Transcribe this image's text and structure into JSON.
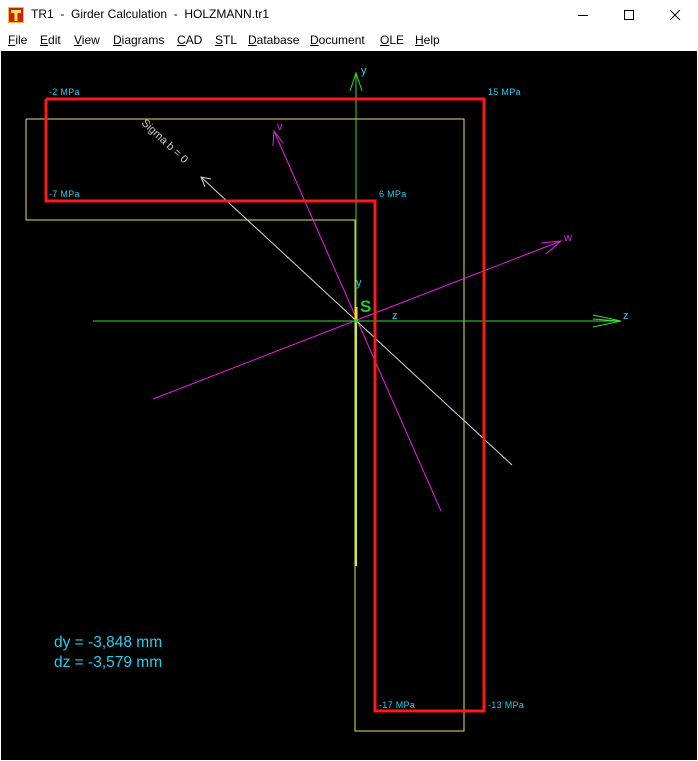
{
  "window": {
    "title": "TR1  -  Girder Calculation  -  HOLZMANN.tr1",
    "app_icon": "tr1-app-icon"
  },
  "window_controls": {
    "minimize_icon": "minimize-icon",
    "maximize_icon": "maximize-icon",
    "close_icon": "close-icon"
  },
  "menu": {
    "items": [
      "File",
      "Edit",
      "View",
      "Diagrams",
      "CAD",
      "STL",
      "Database",
      "Document",
      "OLE",
      "Help"
    ]
  },
  "drawing": {
    "stress_labels": {
      "top_left": "-2 MPa",
      "top_right": "15 MPa",
      "mid_left": "-7 MPa",
      "mid_right": "6 MPa",
      "bottom_left": "-17 MPa",
      "bottom_right": "-13 MPa"
    },
    "axis_labels": {
      "y_axis": "y",
      "z_axis": "z",
      "v_axis": "v",
      "w_axis": "w",
      "centroid_y": "y",
      "centroid_z": "z",
      "centroid": "S"
    },
    "neutral_axis_label": "Sigma b = 0",
    "readouts": {
      "dy": "dy = -3,848 mm",
      "dz": "dz = -3,579 mm"
    },
    "colors": {
      "background": "#000000",
      "stress_outline": "#ff1a1a",
      "section_outline": "#e8e060",
      "main_axes": "#33dd33",
      "principal_axes": "#e81ee8",
      "neutral_axis": "#d8d8d8",
      "labels": "#22d0f0"
    }
  }
}
